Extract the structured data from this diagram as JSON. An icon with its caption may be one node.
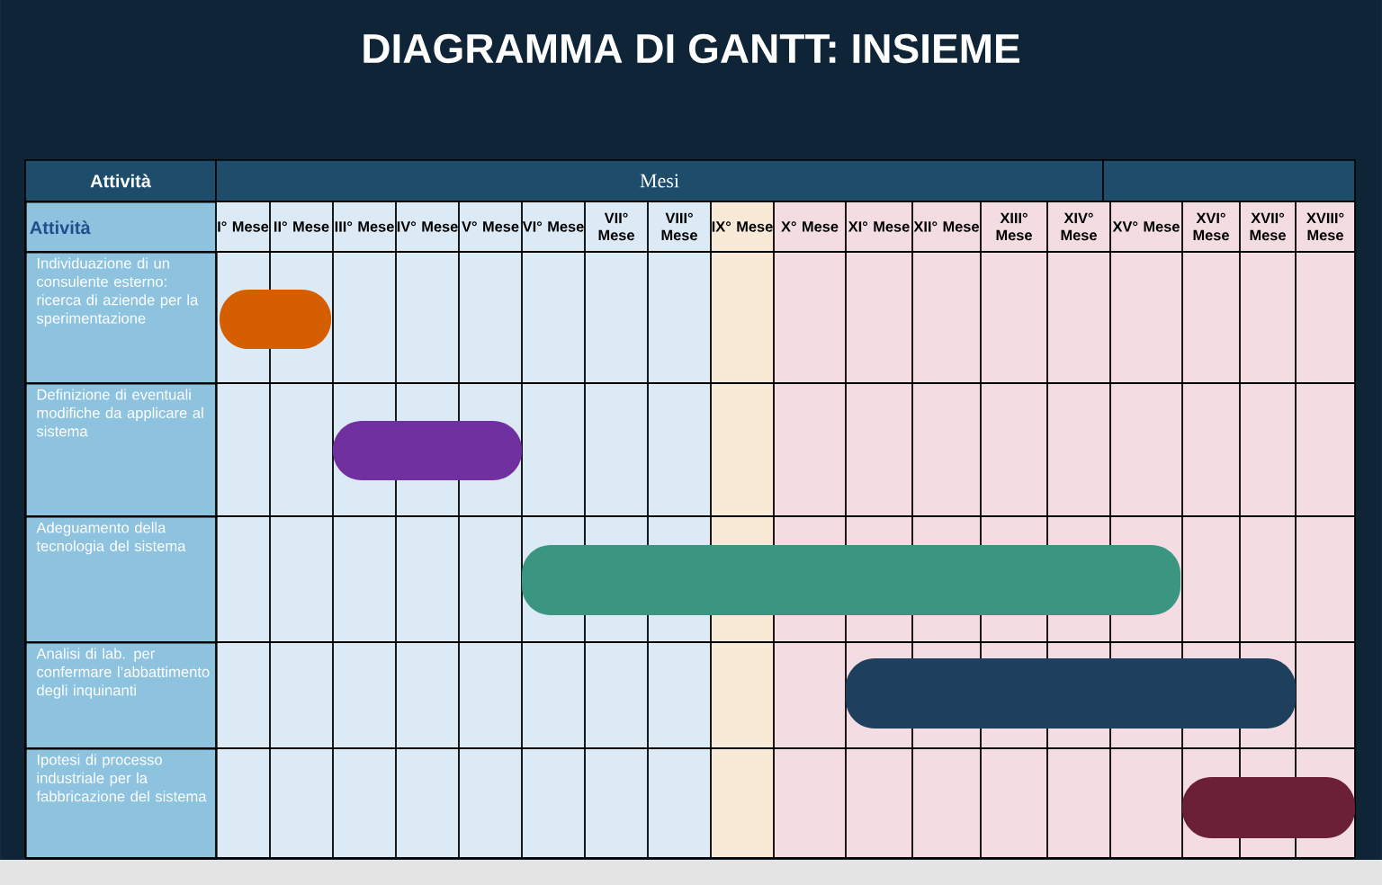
{
  "diagram": {
    "title": "DIAGRAMMA DI GANTT: INSIEME",
    "nodes": [
      {
        "text": [],
        "shape": "bar"
      },
      {
        "text": [],
        "shape": "bar"
      },
      {
        "text": [],
        "shape": "bar"
      },
      {
        "text": [],
        "shape": "bar"
      },
      {
        "text": [],
        "shape": "bar"
      }
    ],
    "labels": [
      "Attività",
      "Mesi",
      "Attività",
      "I° Mese",
      "II° Mese",
      "III° Mese",
      "IV° Mese",
      "V° Mese",
      "VI° Mese",
      "VII° Mese",
      "VIII° Mese",
      "IX° Mese",
      "X° Mese",
      "XI° Mese",
      "XII° Mese",
      "XIII° Mese",
      "XIV° Mese",
      "XV° Mese",
      "XVI° Mese",
      "XVII° Mese",
      "XVIII° Mese",
      "Individuazione di un consulente esterno: ricerca di aziende per  la sperimentazione",
      "Definizione di eventuali modifiche da applicare al sistema",
      "Adeguamento della tecnologia del sistema",
      "Analisi di lab. per confermare l’abbattimento degli inquinanti",
      "Ipotesi di processo industriale per la fabbricazione del sistema"
    ]
  }
}
